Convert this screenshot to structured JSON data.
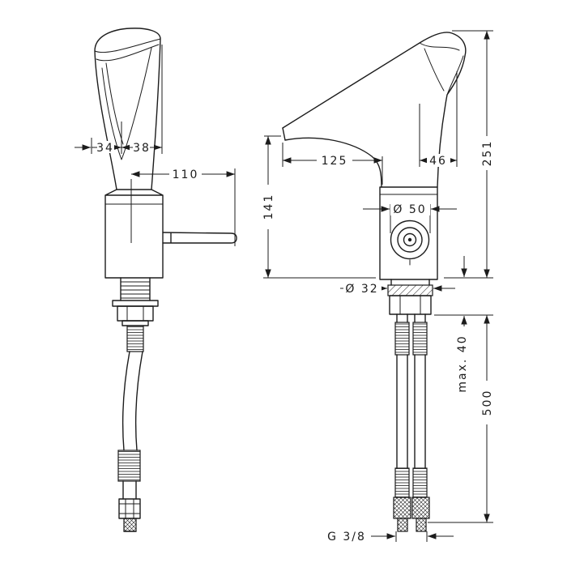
{
  "drawing": {
    "left_view": {
      "spout_width_a": "34",
      "spout_width_b": "38",
      "handle_reach": "110"
    },
    "right_view": {
      "spout_reach": "125",
      "spout_top_offset": "46",
      "total_height": "251",
      "spout_height": "141",
      "body_diameter": "Ø 50",
      "shank_diameter": "Ø 32",
      "max_mounting_thickness": "max. 40",
      "hose_length": "500",
      "connection_thread": "G 3/8"
    }
  }
}
